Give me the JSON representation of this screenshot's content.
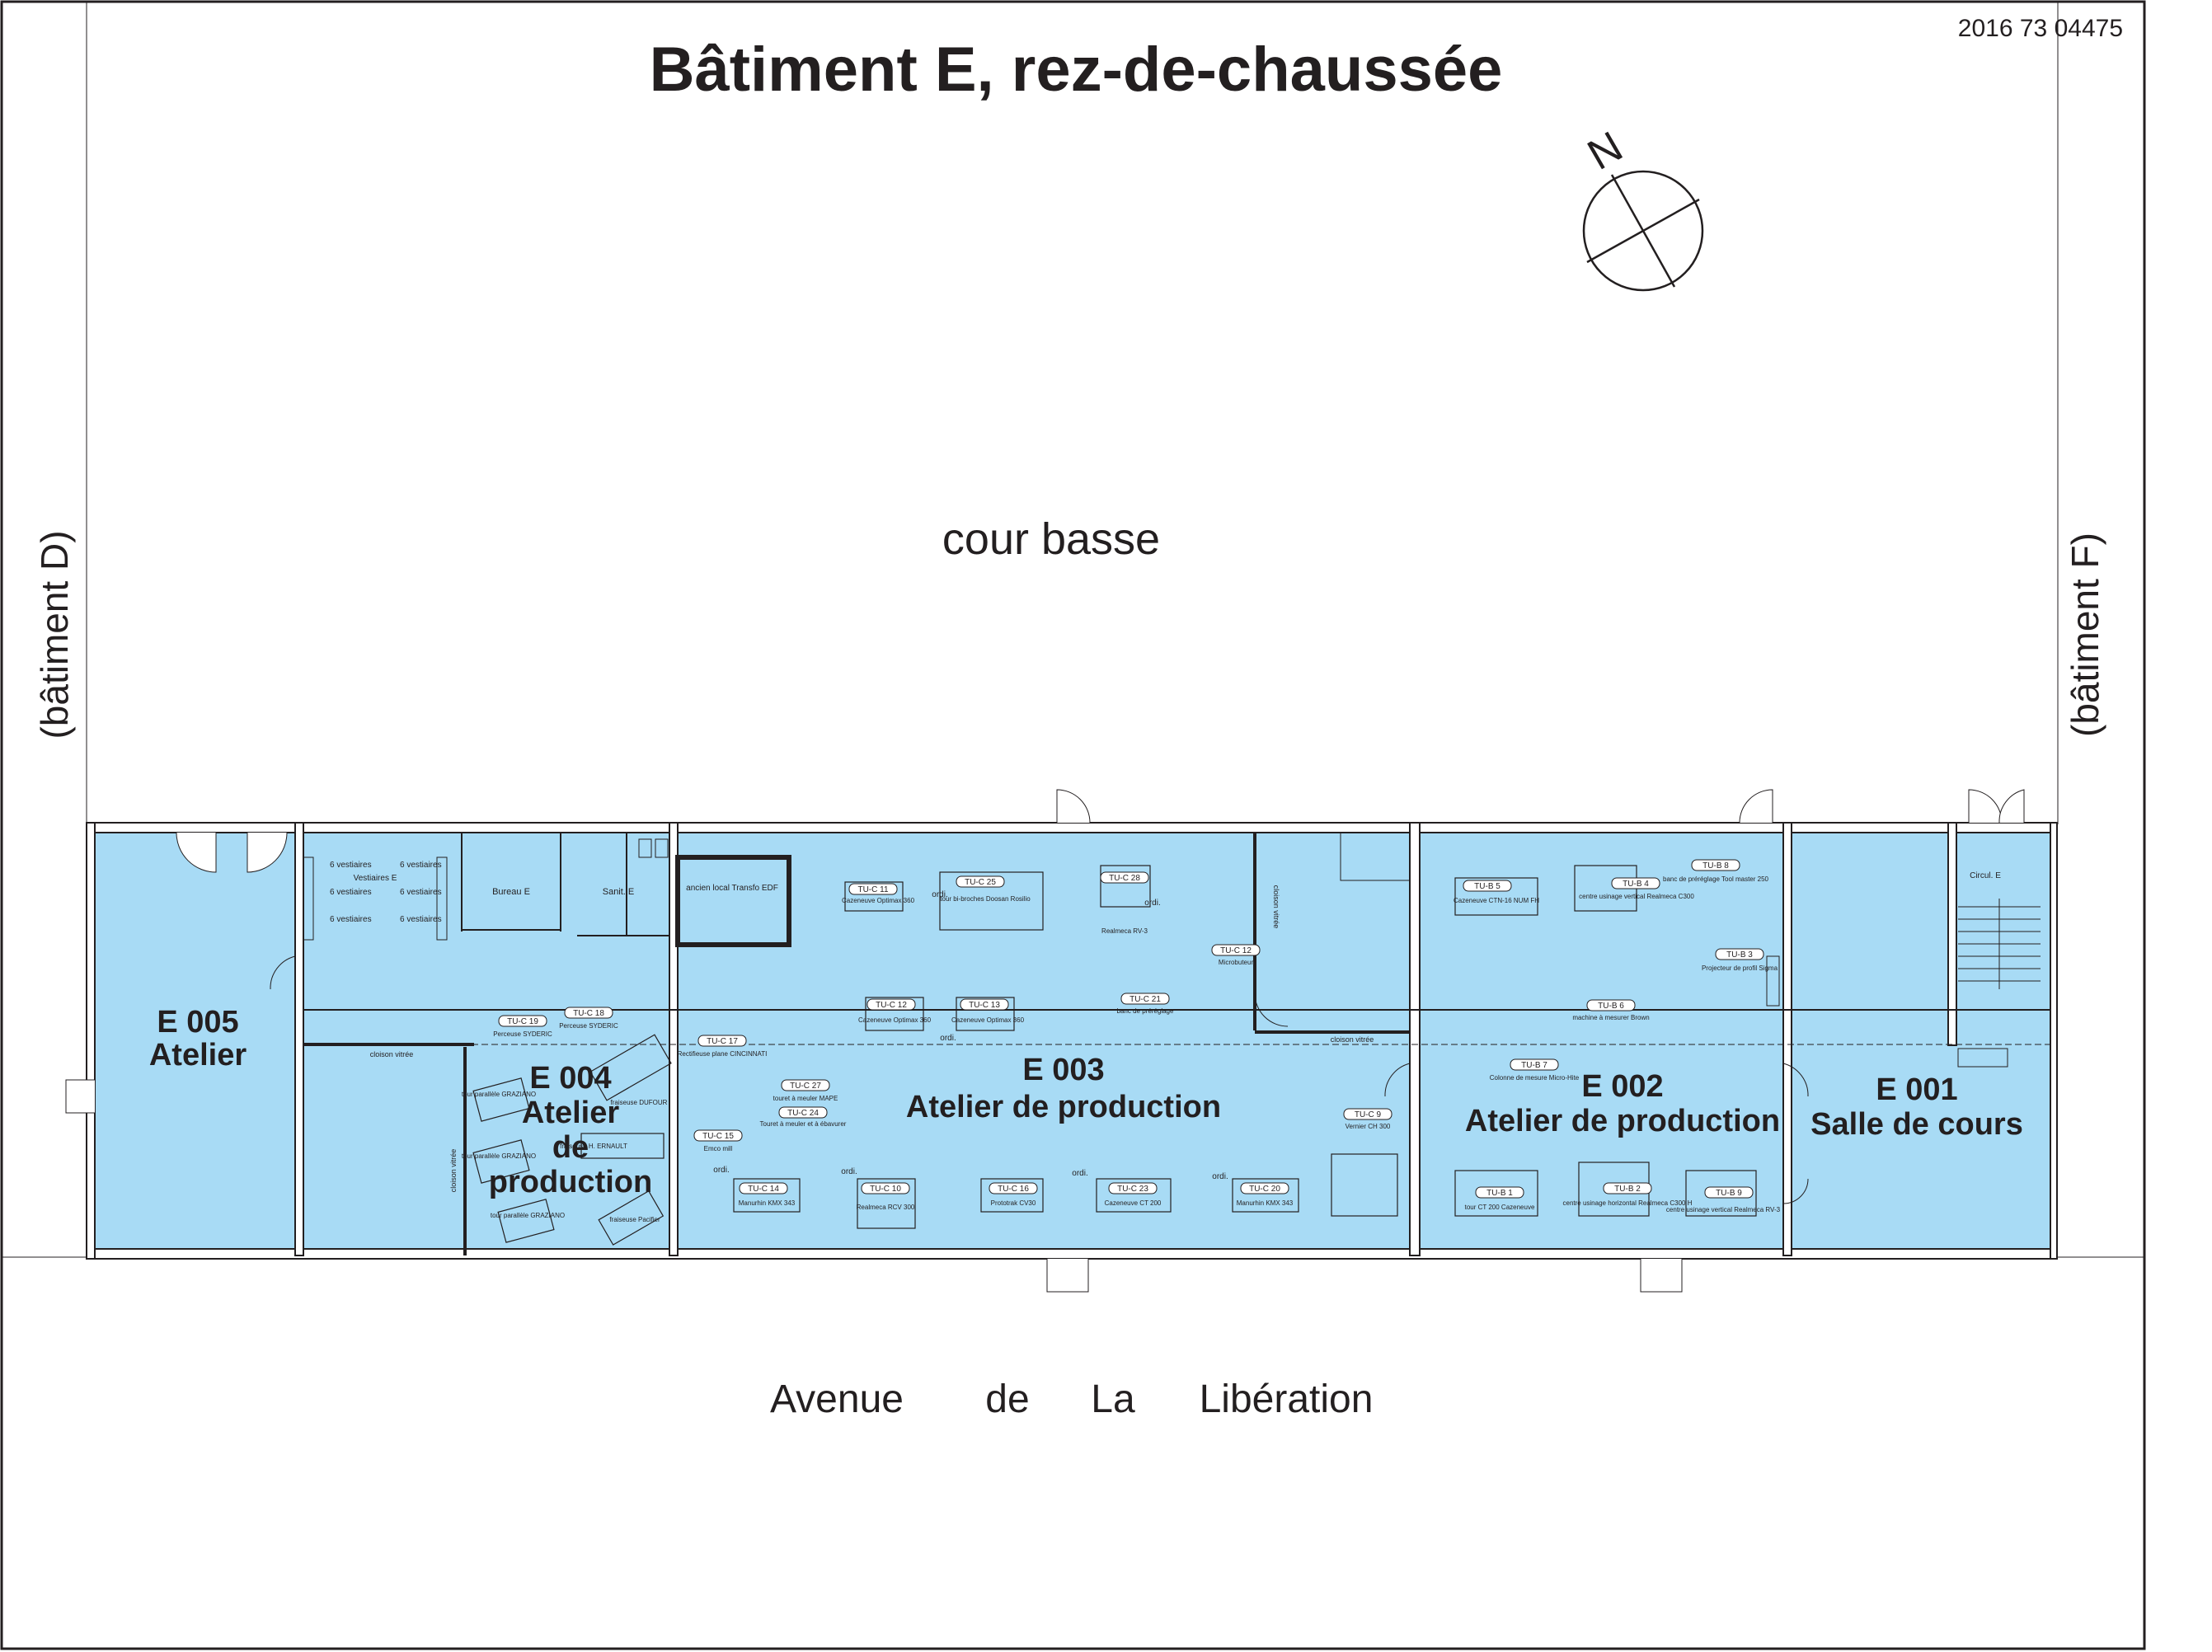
{
  "drawing_number": "2016 73 04475",
  "title": "Bâtiment E, rez-de-chaussée",
  "compass_label": "N",
  "courtyard": "cour basse",
  "left_building": "(bâtiment D)",
  "right_building": "(bâtiment F)",
  "street": {
    "w1": "Avenue",
    "w2": "de",
    "w3": "La",
    "w4": "Libération"
  },
  "rooms": {
    "e005": {
      "code": "E 005",
      "name": "Atelier"
    },
    "e004": {
      "code": "E 004",
      "name1": "Atelier",
      "name2": "de",
      "name3": "production"
    },
    "e003": {
      "code": "E 003",
      "name": "Atelier de production"
    },
    "e002": {
      "code": "E 002",
      "name": "Atelier de production"
    },
    "e001": {
      "code": "E 001",
      "name": "Salle de cours"
    }
  },
  "small_labels": {
    "vestiaires_e": "Vestiaires E",
    "vest1": "6 vestiaires",
    "vest2": "6 vestiaires",
    "vest3": "6 vestiaires",
    "vest4": "6 vestiaires",
    "vest5": "6 vestiaires",
    "vest6": "6 vestiaires",
    "bureau_e": "Bureau E",
    "sanit_e": "Sanit. E",
    "transfo": "ancien local Transfo EDF",
    "circul_e": "Circul. E",
    "cloison1": "cloison vitrée",
    "cloison2": "cloison vitrée",
    "cloison3": "cloison vitrée",
    "cloison4": "cloison vitrée",
    "ordi1": "ordi.",
    "ordi2": "ordi.",
    "ordi3": "ordi.",
    "ordi4": "ordi.",
    "ordi5": "ordi.",
    "ordi6": "ordi.",
    "ordi7": "ordi."
  },
  "machines": [
    {
      "tag": "TU-C 19",
      "label": "Perceuse SYDERIC"
    },
    {
      "tag": "TU-C 18",
      "label": "Perceuse SYDERIC"
    },
    {
      "tag": "",
      "label": "tour parallèle GRAZIANO"
    },
    {
      "tag": "",
      "label": "tour parallèle GRAZIANO"
    },
    {
      "tag": "",
      "label": "tour parallèle GRAZIANO"
    },
    {
      "tag": "",
      "label": "fraiseuse DUFOUR"
    },
    {
      "tag": "",
      "label": "fraiseuse H. ERNAULT"
    },
    {
      "tag": "",
      "label": "fraiseuse Pacifier"
    },
    {
      "tag": "TU-C 17",
      "label": "Rectifieuse plane CINCINNATI"
    },
    {
      "tag": "TU-C 15",
      "label": "Emco mill"
    },
    {
      "tag": "TU-C 27",
      "label": "touret à meuler MAPE"
    },
    {
      "tag": "TU-C 24",
      "label": "Touret à meuler et à ébavurer"
    },
    {
      "tag": "TU-C 11",
      "label": "Cazeneuve Optimax 360"
    },
    {
      "tag": "TU-C 25",
      "label": "tour bi-broches Doosan Rosilio"
    },
    {
      "tag": "TU-C 28",
      "label": "Realmeca RV-3"
    },
    {
      "tag": "TU-C 12",
      "label": "Microbuteur"
    },
    {
      "tag": "TU-C 12",
      "label": "Cazeneuve Optimax 360"
    },
    {
      "tag": "TU-C 13",
      "label": "Cazeneuve Optimax 360"
    },
    {
      "tag": "TU-C 21",
      "label": "banc de préréglage"
    },
    {
      "tag": "TU-C 14",
      "label": "Manurhin KMX 343"
    },
    {
      "tag": "TU-C 10",
      "label": "Realmeca RCV 300"
    },
    {
      "tag": "TU-C 16",
      "label": "Prototrak CV30"
    },
    {
      "tag": "TU-C 23",
      "label": "Cazeneuve CT 200"
    },
    {
      "tag": "TU-C 20",
      "label": "Manurhin KMX 343"
    },
    {
      "tag": "TU-C 9",
      "label": "Vernier CH 300"
    },
    {
      "tag": "TU-B 5",
      "label": "Cazeneuve CTN-16 NUM FH"
    },
    {
      "tag": "TU-B 4",
      "label": "centre usinage vertical Realmeca C300"
    },
    {
      "tag": "TU-B 8",
      "label": "banc de préréglage Tool master 250"
    },
    {
      "tag": "TU-B 3",
      "label": "Projecteur de profil Sigma"
    },
    {
      "tag": "TU-B 6",
      "label": "machine à mesurer Brown"
    },
    {
      "tag": "TU-B 7",
      "label": "Colonne de mesure Micro-Hite"
    },
    {
      "tag": "TU-B 1",
      "label": "tour CT 200 Cazeneuve"
    },
    {
      "tag": "TU-B 2",
      "label": "centre usinage horizontal Realmeca C300 H"
    },
    {
      "tag": "TU-B 9",
      "label": "centre usinage vertical Realmeca RV-3"
    }
  ]
}
